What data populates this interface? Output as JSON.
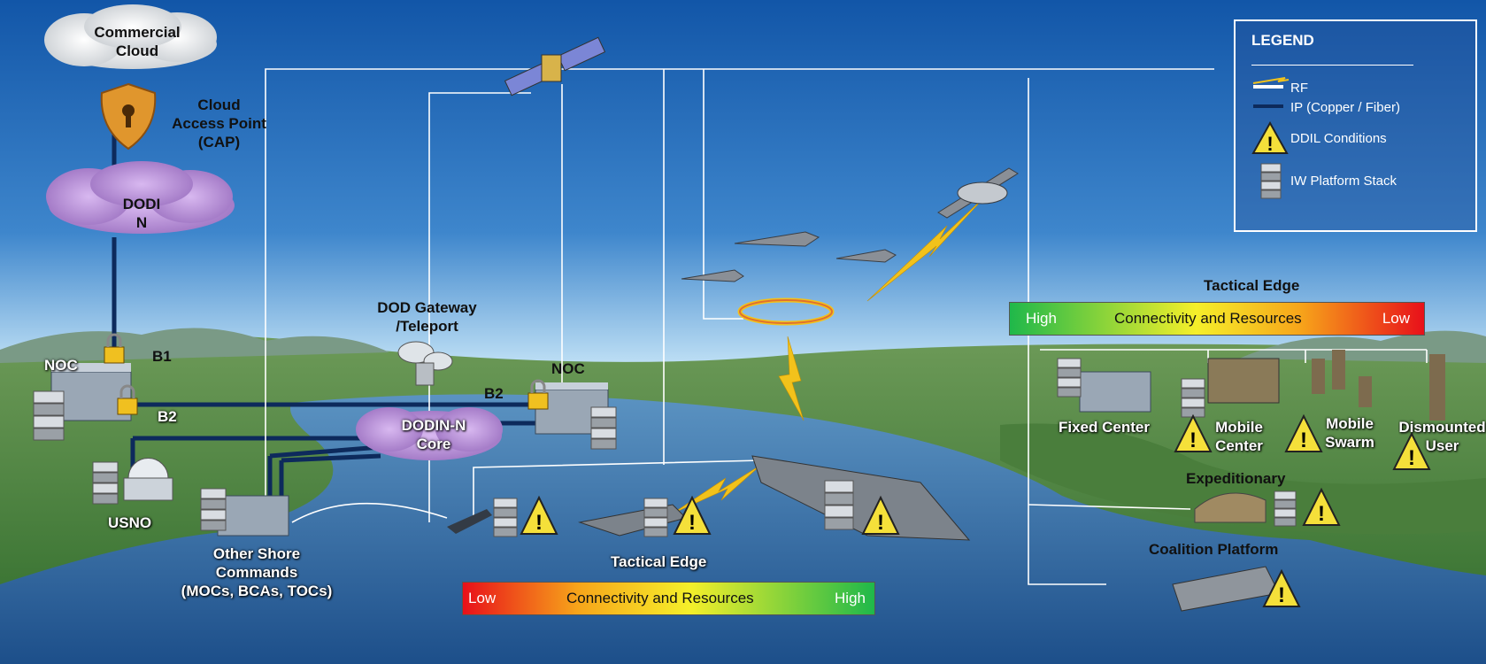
{
  "legend": {
    "title": "LEGEND",
    "rf": "RF",
    "ip": "IP (Copper / Fiber)",
    "ddil": "DDIL Conditions",
    "stack": "IW Platform Stack"
  },
  "nodes": {
    "commercial_cloud": [
      "Commercial",
      "Cloud"
    ],
    "cap": [
      "Cloud",
      "Access Point",
      "(CAP)"
    ],
    "dodin": [
      "DODI",
      "N"
    ],
    "noc_left": "NOC",
    "b1": "B1",
    "b2_left": "B2",
    "usno": "USNO",
    "other_shore": [
      "Other Shore",
      "Commands",
      "(MOCs, BCAs, TOCs)"
    ],
    "dod_gateway": [
      "DOD Gateway",
      "/Teleport"
    ],
    "dodin_core": [
      "DODIN-N",
      "Core"
    ],
    "b2_right": "B2",
    "noc_right": "NOC",
    "tactical_edge_bottom": "Tactical Edge",
    "tactical_edge_right": "Tactical Edge",
    "fixed_center": "Fixed Center",
    "mobile_center": [
      "Mobile",
      "Center"
    ],
    "mobile_swarm": [
      "Mobile",
      "Swarm"
    ],
    "dismounted": [
      "Dismounted",
      "User"
    ],
    "expeditionary": "Expeditionary",
    "coalition": "Coalition Platform"
  },
  "bars": {
    "bottom": {
      "low": "Low",
      "mid": "Connectivity and Resources",
      "high": "High"
    },
    "right": {
      "high": "High",
      "mid": "Connectivity and Resources",
      "low": "Low"
    }
  },
  "colors": {
    "ip_link": "#0d2a5c",
    "rf": "#f2c21b",
    "ddil": "#f5e03a",
    "cloud_purple": "#b58bd6",
    "legend_border": "#ffffff"
  }
}
